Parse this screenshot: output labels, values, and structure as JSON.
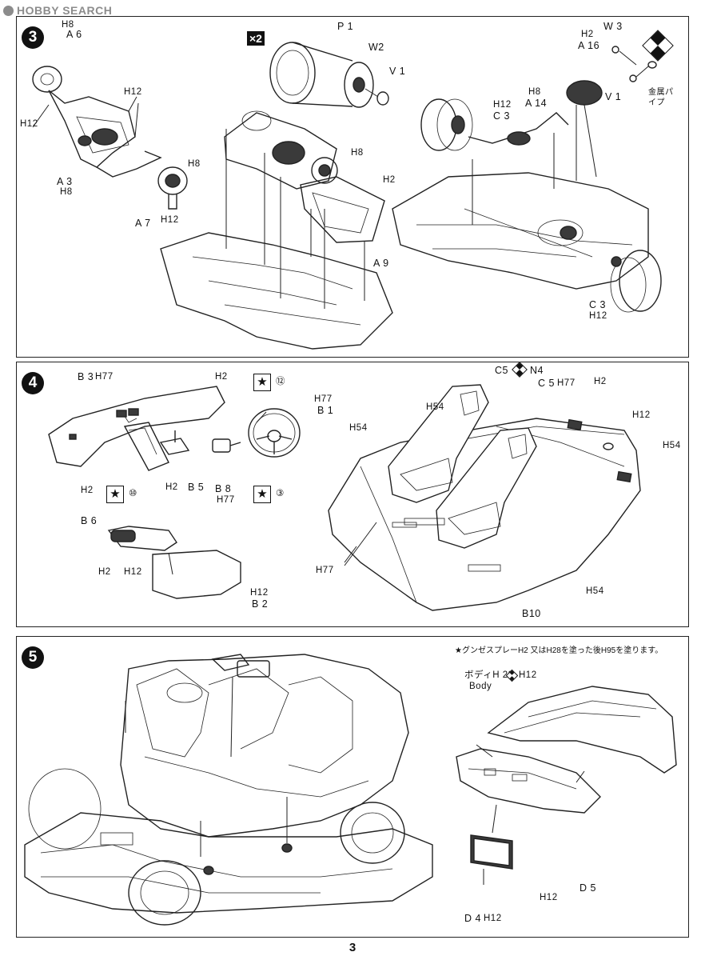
{
  "watermark": "HOBBY SEARCH",
  "page_number": "3",
  "steps": [
    {
      "number": "3",
      "multiplier": "×2",
      "labels": {
        "h8_a": "H8",
        "a6": "A 6",
        "h12_a": "H12",
        "h12_b": "H12",
        "a3": "A 3",
        "h8_b": "H8",
        "a7": "A 7",
        "h12_c": "H12",
        "h8_c": "H8",
        "p1": "P 1",
        "w2": "W2",
        "v1_a": "V 1",
        "h8_d": "H8",
        "h2_a": "H2",
        "a9": "A 9",
        "h2_b": "H2",
        "a16": "A 16",
        "w3": "W 3",
        "v1_b": "V 1",
        "metal_pipe": "金属パイプ",
        "h12_d": "H12",
        "c3_a": "C 3",
        "h8_e": "H8",
        "a14": "A 14",
        "c3_b": "C 3",
        "h12_e": "H12"
      }
    },
    {
      "number": "4",
      "labels": {
        "b3": "B 3",
        "h77_a": "H77",
        "h2_a": "H2",
        "star_a": "⑫",
        "h77_b": "H77",
        "b1": "B 1",
        "h2_b": "H2",
        "star_b": "⑩",
        "h2_c": "H2",
        "b5": "B 5",
        "b8": "B 8",
        "h77_c": "H77",
        "star_c": "③",
        "b6": "B 6",
        "h2_d": "H2",
        "h12_a": "H12",
        "h12_b": "H12",
        "b2": "B 2",
        "c5_a": "C5",
        "n4": "N4",
        "c5_b": "C 5",
        "h77_d": "H77",
        "h2_e": "H2",
        "h54_a": "H54",
        "h12_c": "H12",
        "h54_b": "H54",
        "h54_c": "H54",
        "h77_e": "H77",
        "h54_d": "H54",
        "b10": "B10"
      }
    },
    {
      "number": "5",
      "note": "★グンゼスプレーH2 又はH28を塗った後H95を塗ります。",
      "labels": {
        "body_jp": "ボディH 28",
        "h12_a": "H12",
        "body_en": "Body",
        "h12_b": "H12",
        "d5": "D 5",
        "d4": "D 4",
        "h12_c": "H12"
      }
    }
  ]
}
